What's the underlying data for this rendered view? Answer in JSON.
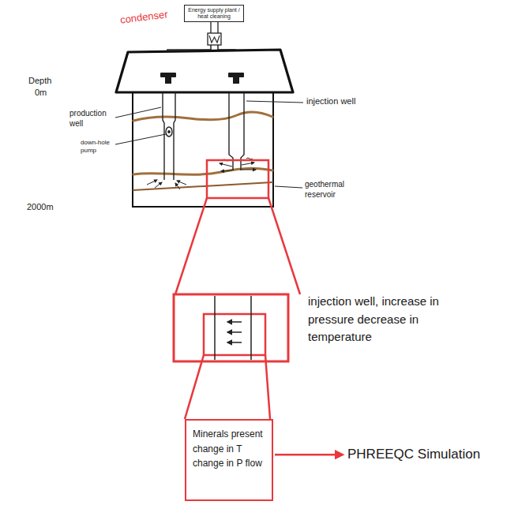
{
  "diagram": {
    "nodes": [
      {
        "text": [
          "Energy supply plant / heat cleaning"
        ]
      },
      {
        "text": [
          "Minerals present change in T change in P flow"
        ]
      },
      {
        "text": [
          "PHREEQC Simulation"
        ]
      }
    ],
    "edges": [
      {
        "from": 1,
        "to": 2,
        "arrow": "to"
      }
    ],
    "labels": [
      "Depth",
      "0m",
      "2000m",
      "condenser",
      "production well",
      "down-hole pump",
      "injection well",
      "geothermal reservoir",
      "injection well, increase in pressure decrease in temperature"
    ]
  }
}
